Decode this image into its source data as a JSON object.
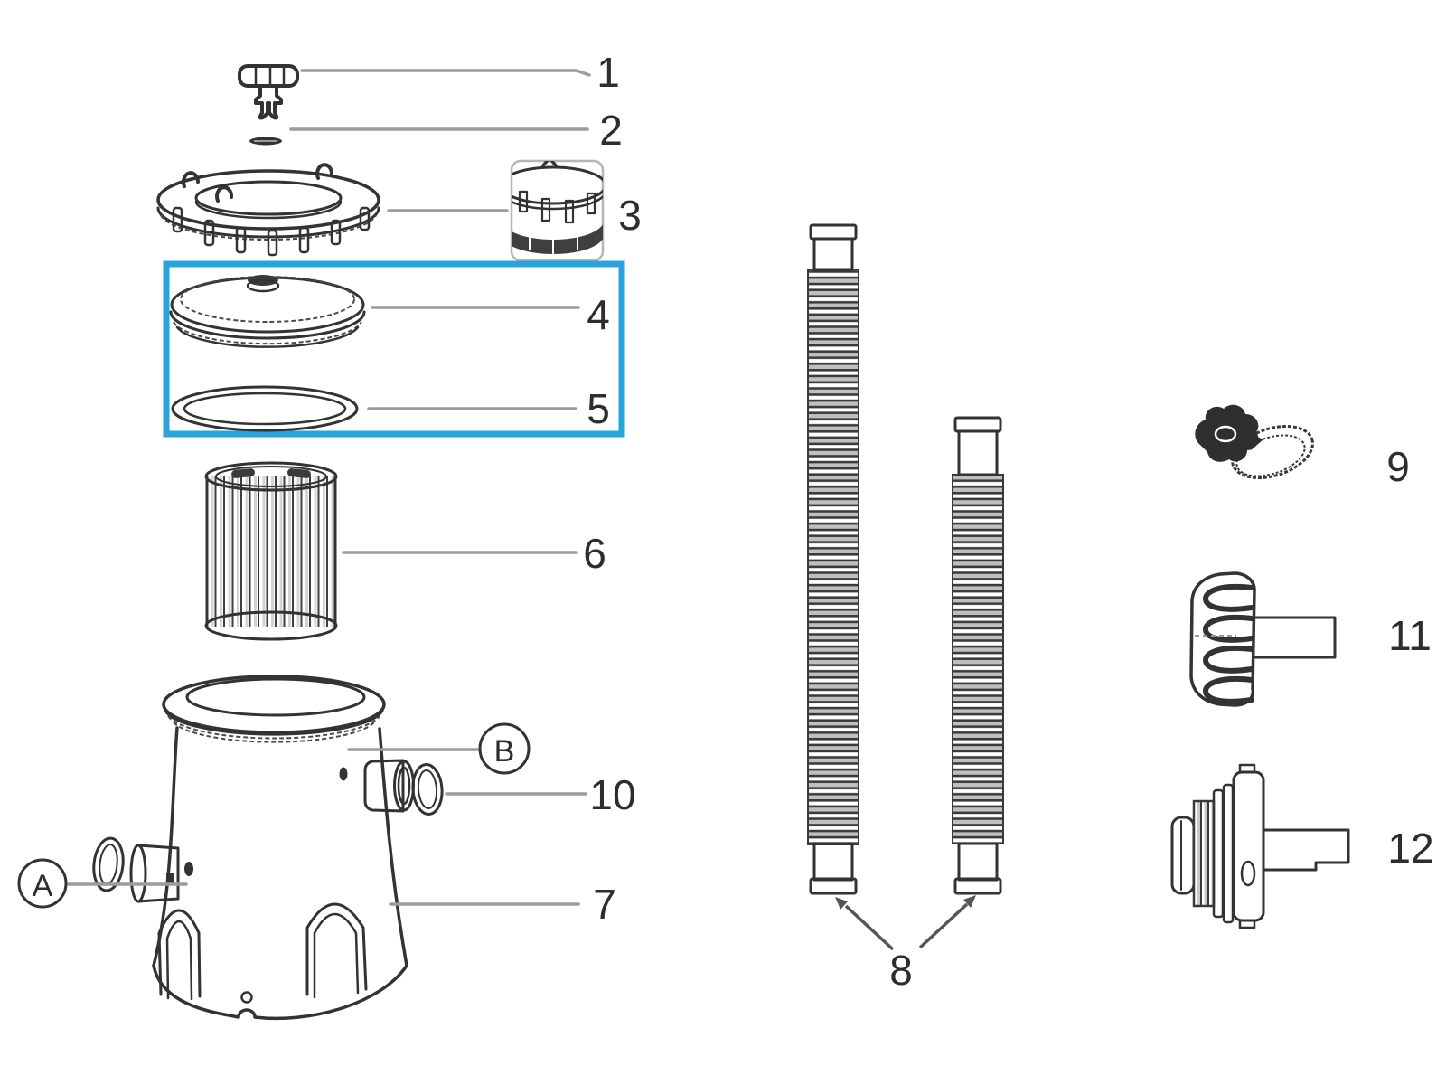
{
  "diagram": {
    "callouts": {
      "c1": "1",
      "c2": "2",
      "c3": "3",
      "c4": "4",
      "c5": "5",
      "c6": "6",
      "c7": "7",
      "c8": "8",
      "c9": "9",
      "c10": "10",
      "c11": "11",
      "c12": "12",
      "cA": "A",
      "cB": "B"
    },
    "highlighted_parts": [
      "4",
      "5"
    ],
    "colors": {
      "background": "#ffffff",
      "line_art": "#333333",
      "leader_line": "#9c9c9c",
      "highlight_box": "#29a3db",
      "dark_fill": "#3a3a3a"
    }
  }
}
